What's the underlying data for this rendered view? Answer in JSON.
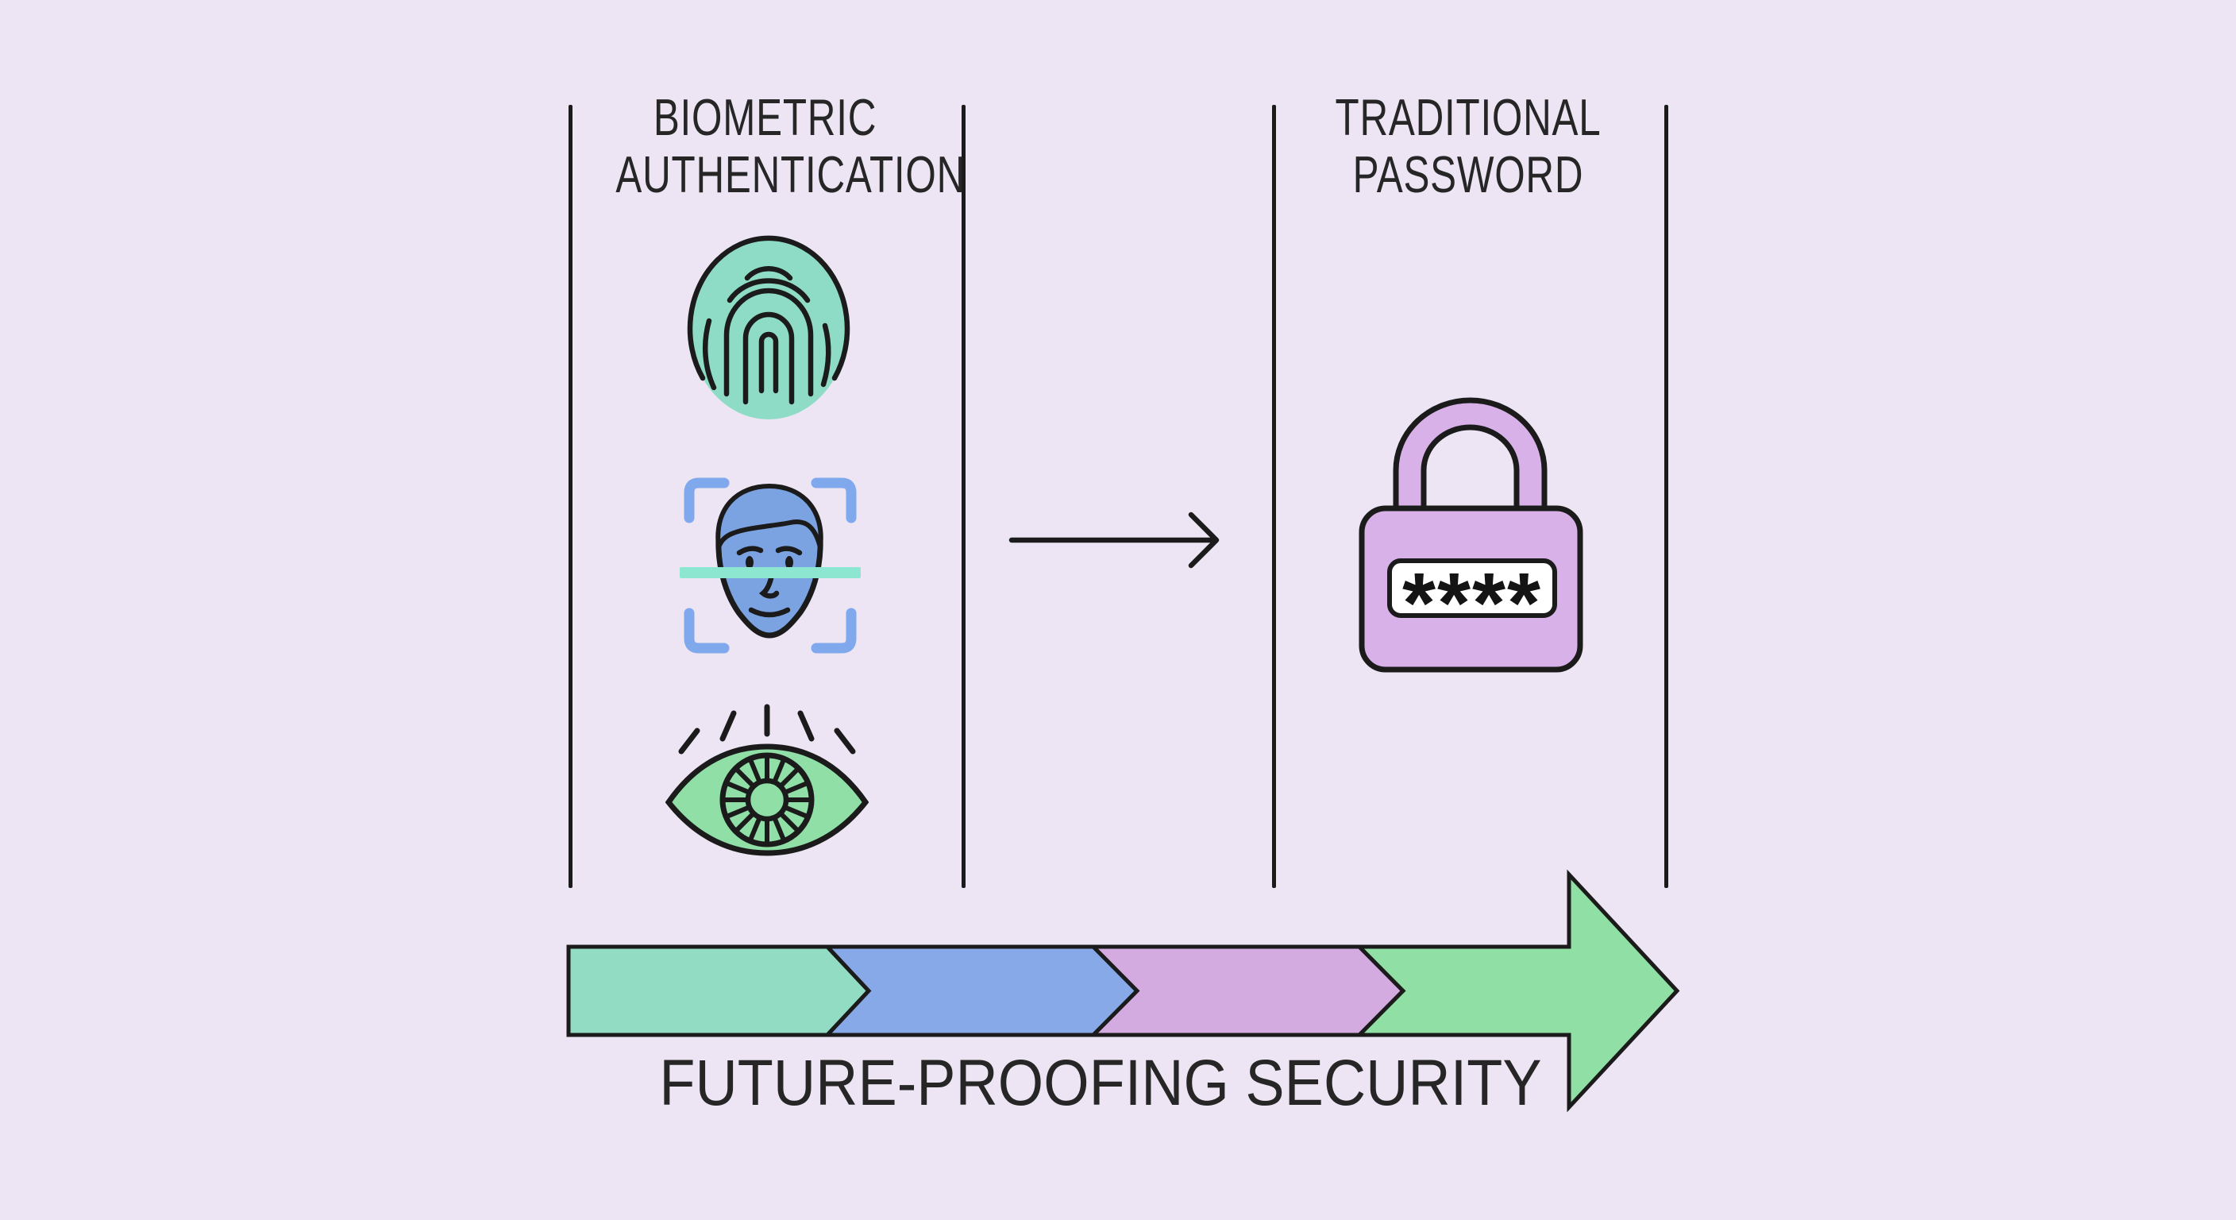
{
  "canvas": {
    "background": "#ede5f3",
    "ink": "#1b1b1b",
    "text_color": "#262626"
  },
  "left_column": {
    "title_line1": "BIOMETRIC",
    "title_line2": "AUTHENTICATION",
    "fingerprint": {
      "icon": "fingerprint-icon",
      "fill": "#8fdcc6"
    },
    "face_scan": {
      "icon": "face-scan-icon",
      "face_fill": "#7ba3e2",
      "frame_color": "#7fa9ec",
      "scanline_color": "#8ce6d0"
    },
    "iris": {
      "icon": "eye-icon",
      "fill": "#8fdfa6"
    }
  },
  "right_column": {
    "title_line1": "TRADITIONAL",
    "title_line2": "PASSWORD",
    "padlock": {
      "icon": "padlock-icon",
      "fill": "#d8b1e8",
      "field_fill": "#ffffff",
      "masked_password": "****"
    }
  },
  "flow": {
    "icon": "arrow-right-icon",
    "direction": "right"
  },
  "timeline": {
    "caption": "FUTURE-PROOFING SECURITY",
    "segments": [
      {
        "name": "segment-1",
        "color": "#92dcc4"
      },
      {
        "name": "segment-2",
        "color": "#88a9e8"
      },
      {
        "name": "segment-3",
        "color": "#d4abe1"
      },
      {
        "name": "segment-4-arrowhead",
        "color": "#90e0a6"
      }
    ]
  }
}
